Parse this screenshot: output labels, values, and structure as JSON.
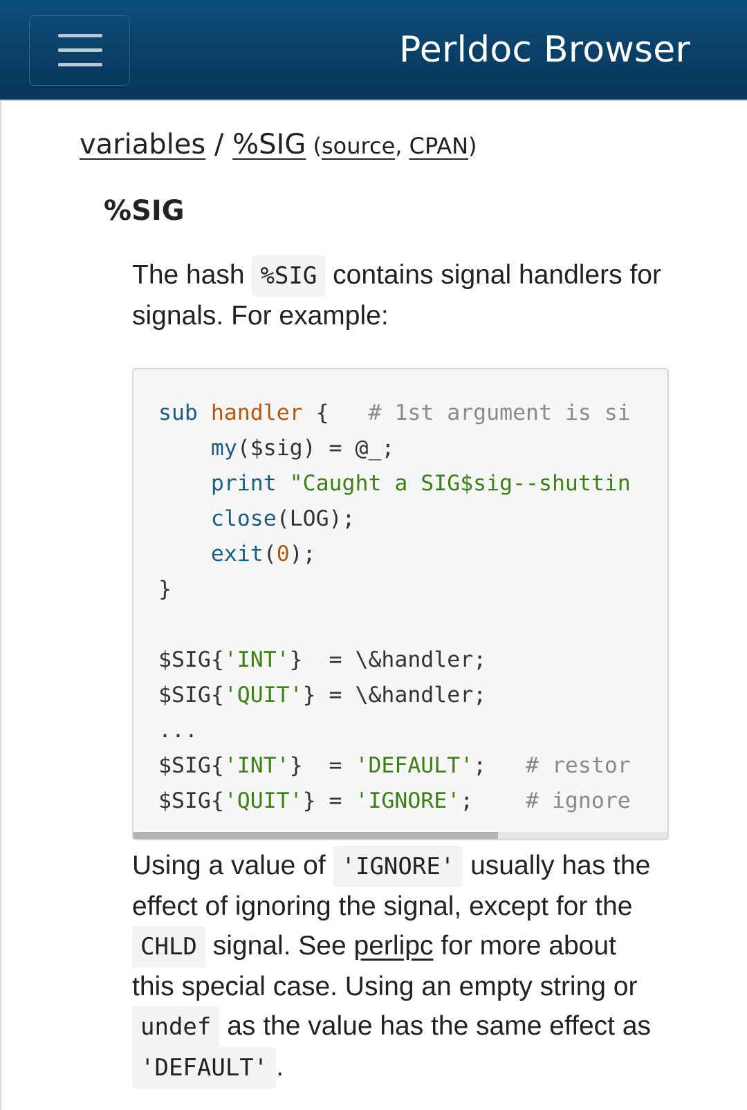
{
  "header": {
    "brand": "Perldoc Browser",
    "menu_icon": "hamburger-menu-icon"
  },
  "breadcrumb": {
    "parent": "variables",
    "separator": " / ",
    "current": "%SIG",
    "open_paren": " (",
    "source": "source",
    "comma": ", ",
    "cpan": "CPAN",
    "close_paren": ")"
  },
  "heading": "%SIG",
  "intro": {
    "before": "The hash ",
    "code": "%SIG",
    "after": " contains signal handlers for signals. For example:"
  },
  "code_lines": [
    "sub handler {   # 1st argument is si",
    "    my($sig) = @_;",
    "    print \"Caught a SIG$sig--shuttin",
    "    close(LOG);",
    "    exit(0);",
    "}",
    "",
    "$SIG{'INT'}  = \\&handler;",
    "$SIG{'QUIT'} = \\&handler;",
    "...",
    "$SIG{'INT'}  = 'DEFAULT';   # restor",
    "$SIG{'QUIT'} = 'IGNORE';    # ignore"
  ],
  "body": {
    "t1": "Using a value of ",
    "c1": "'IGNORE'",
    "t2": " usually has the effect of ignoring the signal, except for the ",
    "c2": "CHLD",
    "t3": " signal. See ",
    "link": "perlipc",
    "t4": " for more about this special case. Using an empty string or ",
    "c3": "undef",
    "t5": " as the value has the same effect as ",
    "c4": "'DEFAULT'",
    "t6": "."
  },
  "colors": {
    "header_bg": "#0a3f66",
    "keyword": "#1b5e80",
    "function": "#b05a10",
    "string": "#3f7f18",
    "comment": "#8a8a8a"
  }
}
